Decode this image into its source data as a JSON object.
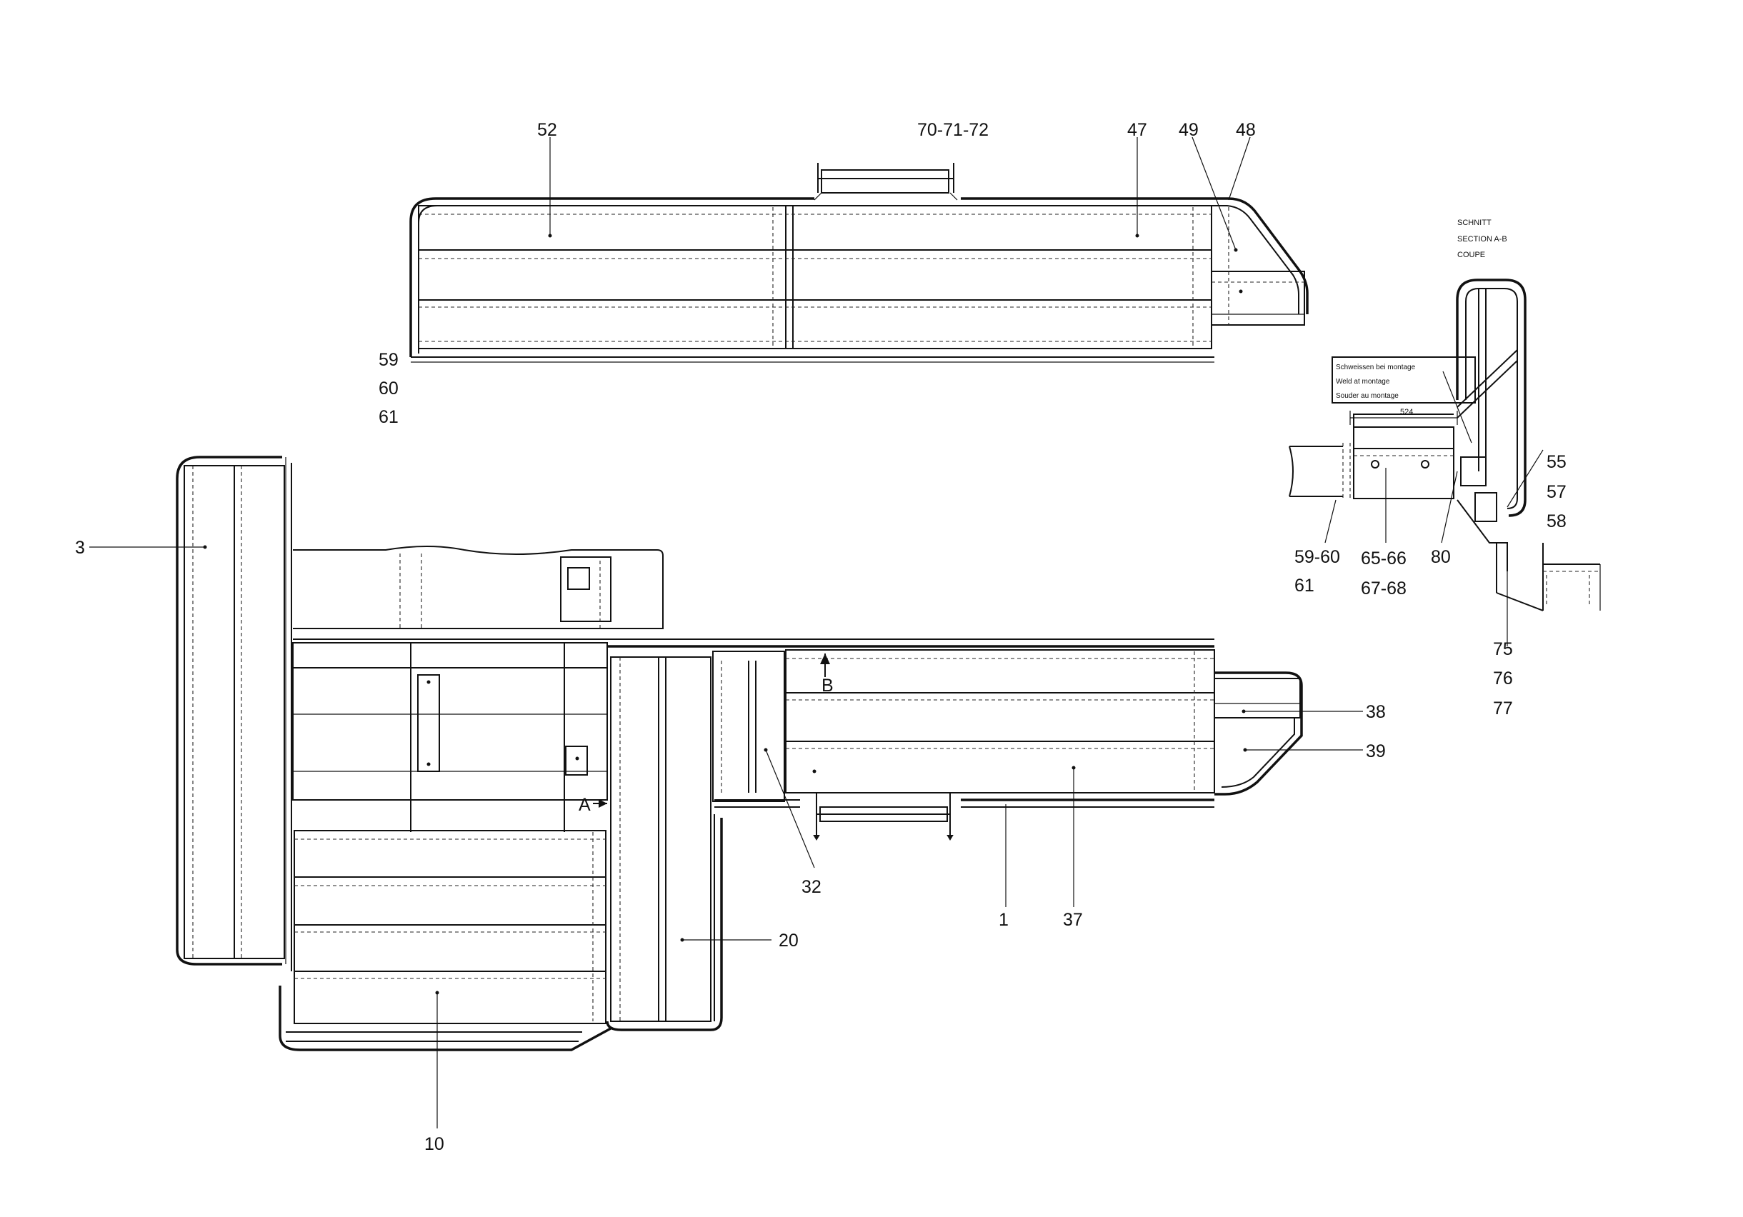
{
  "labels": {
    "top_view": [
      "52",
      "70-71-72",
      "47",
      "49",
      "48",
      "59",
      "60",
      "61"
    ],
    "left_view": [
      "3",
      "10",
      "20",
      "32",
      "1",
      "37",
      "38",
      "39",
      "A",
      "B"
    ],
    "section": {
      "heading": [
        "SCHNITT",
        "SECTION A-B",
        "COUPE"
      ],
      "note": [
        "Schweissen bei montage",
        "Weld at montage",
        "Souder au montage"
      ],
      "dimension": "524",
      "parts": [
        "55",
        "57",
        "58",
        "59-60",
        "61",
        "65-66",
        "67-68",
        "80",
        "75",
        "76",
        "77"
      ]
    }
  }
}
